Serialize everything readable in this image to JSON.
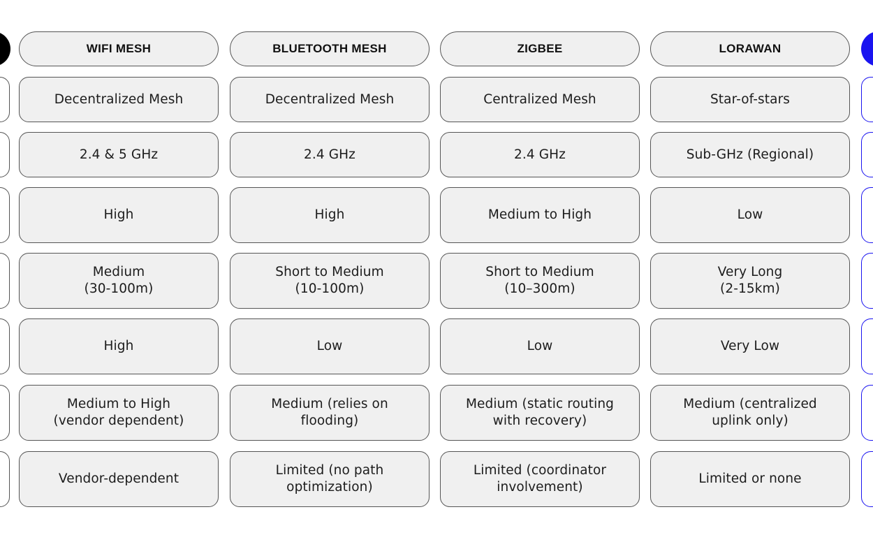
{
  "table": {
    "headers": [
      "WIFI MESH",
      "BLUETOOTH MESH",
      "ZIGBEE",
      "LORAWAN"
    ],
    "rows": [
      [
        "Decentralized Mesh",
        "Decentralized Mesh",
        "Centralized Mesh",
        "Star-of-stars"
      ],
      [
        "2.4 & 5 GHz",
        "2.4 GHz",
        "2.4 GHz",
        "Sub-GHz (Regional)"
      ],
      [
        "High",
        "High",
        "Medium to High",
        "Low"
      ],
      [
        "Medium\n(30-100m)",
        "Short to Medium\n(10-100m)",
        "Short to Medium\n(10–300m)",
        "Very Long\n(2-15km)"
      ],
      [
        "High",
        "Low",
        "Low",
        "Very Low"
      ],
      [
        "Medium to High\n(vendor dependent)",
        "Medium (relies on\nflooding)",
        "Medium (static routing\nwith recovery)",
        "Medium (centralized\nuplink only)"
      ],
      [
        "Vendor-dependent",
        "Limited (no path\noptimization)",
        "Limited (coordinator\ninvolvement)",
        "Limited or none"
      ]
    ]
  },
  "colors": {
    "cell_fill": "#f0f0f0",
    "cell_border": "#555555",
    "left_edge_accent": "#000000",
    "right_edge_accent": "#1a14f0"
  }
}
